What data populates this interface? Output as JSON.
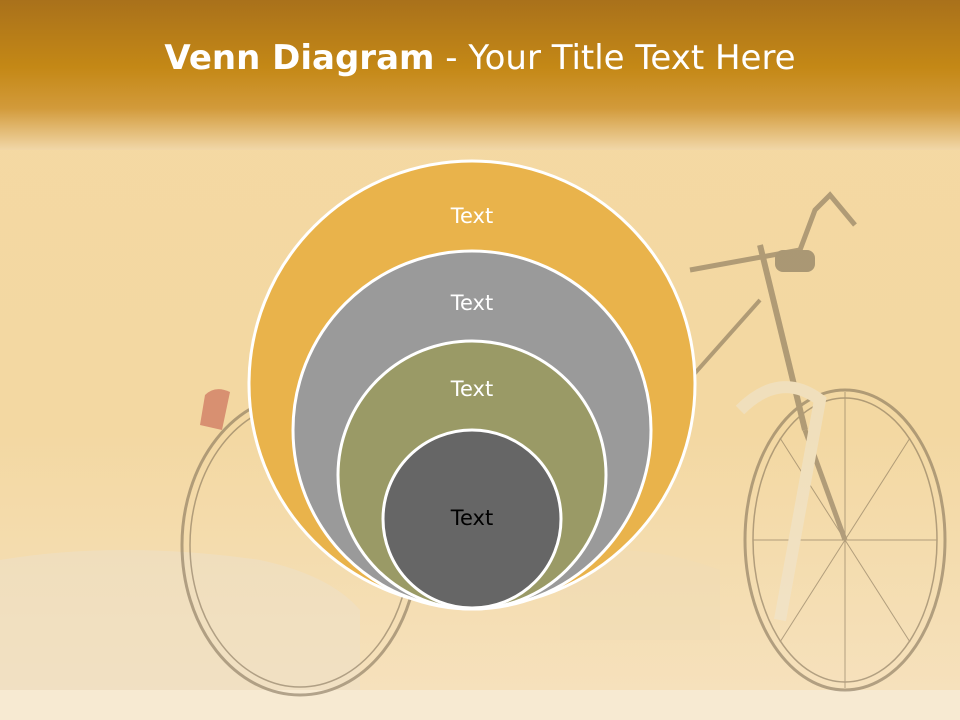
{
  "slide": {
    "title_bold": "Venn Diagram",
    "title_rest": " - Your Title Text Here"
  },
  "diagram": {
    "circles": [
      {
        "label": "Text",
        "fill": "#e9b34b",
        "text_color": "#ffffff"
      },
      {
        "label": "Text",
        "fill": "#9a9a9a",
        "text_color": "#ffffff"
      },
      {
        "label": "Text",
        "fill": "#9a9a66",
        "text_color": "#ffffff"
      },
      {
        "label": "Text",
        "fill": "#666666",
        "text_color": "#000000"
      }
    ]
  },
  "colors": {
    "wall": "#f3d9a6",
    "band_top": "#a9711b",
    "band_mid": "#c48816"
  }
}
